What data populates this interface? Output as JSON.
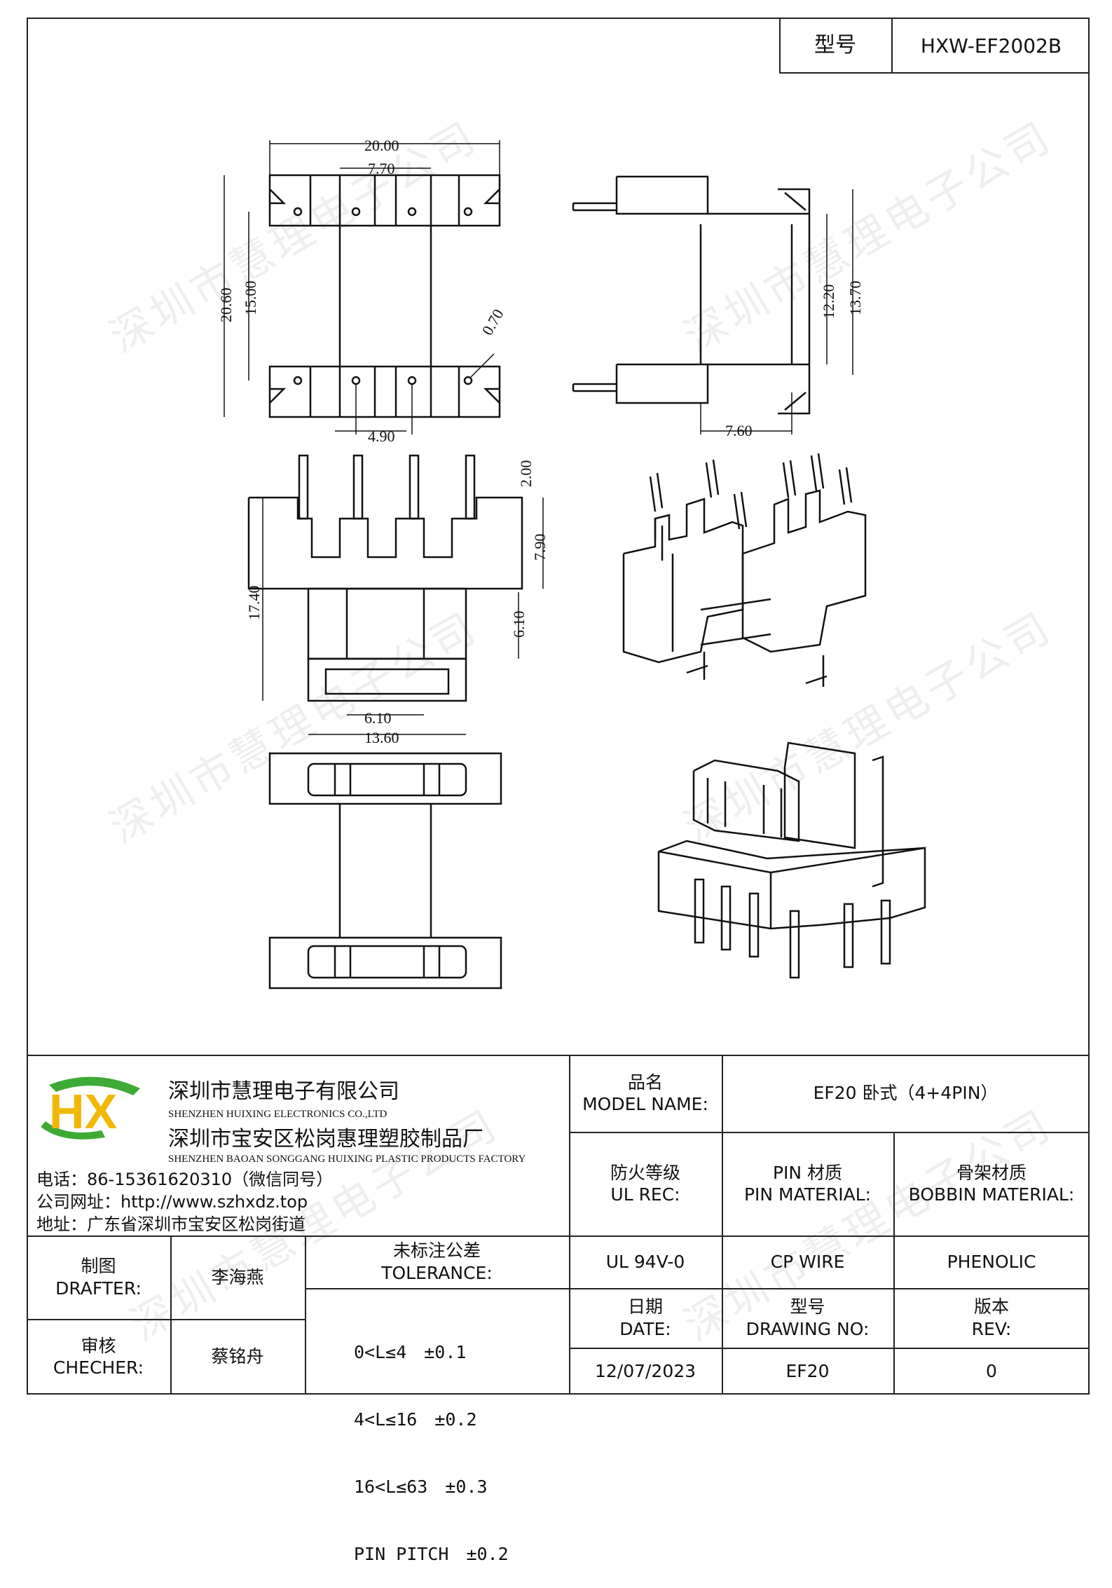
{
  "header": {
    "model_label": "型号",
    "model_value": "HXW-EF2002B"
  },
  "watermark": "深圳市慧理电子公司",
  "dimensions": {
    "d_20_00": "20.00",
    "d_7_70": "7.70",
    "d_20_60": "20.60",
    "d_15_00": "15.00",
    "d_0_70": "0.70",
    "d_4_90": "4.90",
    "d_12_20": "12.20",
    "d_13_70": "13.70",
    "d_7_60": "7.60",
    "d_2_00": "2.00",
    "d_7_90": "7.90",
    "d_17_40": "17.40",
    "d_6_10_v": "6.10",
    "d_6_10_h": "6.10",
    "d_13_60": "13.60"
  },
  "company": {
    "name_cn": "深圳市慧理电子有限公司",
    "name_en": "SHENZHEN HUIXING ELECTRONICS CO.,LTD",
    "factory_cn": "深圳市宝安区松岗惠理塑胶制品厂",
    "factory_en": "SHENZHEN BAOAN SONGGANG HUIXING PLASTIC PRODUCTS FACTORY",
    "phone": "电话：86-15361620310（微信同号）",
    "website": "公司网址：http://www.szhxdz.top",
    "address": "地址：广东省深圳市宝安区松岗街道",
    "logo_text": "HX"
  },
  "title_block": {
    "product_name_cn": "品名",
    "product_name_en": "MODEL NAME:",
    "product_name_value": "EF20 卧式（4+4PIN）",
    "fire_cn": "防火等级",
    "fire_en": "UL REC:",
    "pin_cn": "PIN 材质",
    "pin_en": "PIN MATERIAL:",
    "bobbin_cn": "骨架材质",
    "bobbin_en": "BOBBIN MATERIAL:",
    "fire_value": "UL 94V-0",
    "pin_value": "CP WIRE",
    "bobbin_value": "PHENOLIC",
    "drafter_cn": "制图",
    "drafter_en": "DRAFTER:",
    "drafter_value": "李海燕",
    "checker_cn": "审核",
    "checker_en": "CHECHER:",
    "checker_value": "蔡铭舟",
    "tolerance_cn": "未标注公差",
    "tolerance_en": "TOLERANCE:",
    "tolerances": [
      "0<L≤4　±0.1",
      "4<L≤16　±0.2",
      "16<L≤63　±0.3",
      "PIN PITCH　±0.2"
    ],
    "date_cn": "日期",
    "date_en": "DATE:",
    "drawing_no_cn": "型号",
    "drawing_no_en": "DRAWING NO:",
    "rev_cn": "版本",
    "rev_en": "REV:",
    "date_value": "12/07/2023",
    "drawing_no_value": "EF20",
    "rev_value": "0"
  },
  "colors": {
    "logo_green": "#3daa35",
    "logo_yellow": "#f2b705",
    "line": "#222222"
  }
}
